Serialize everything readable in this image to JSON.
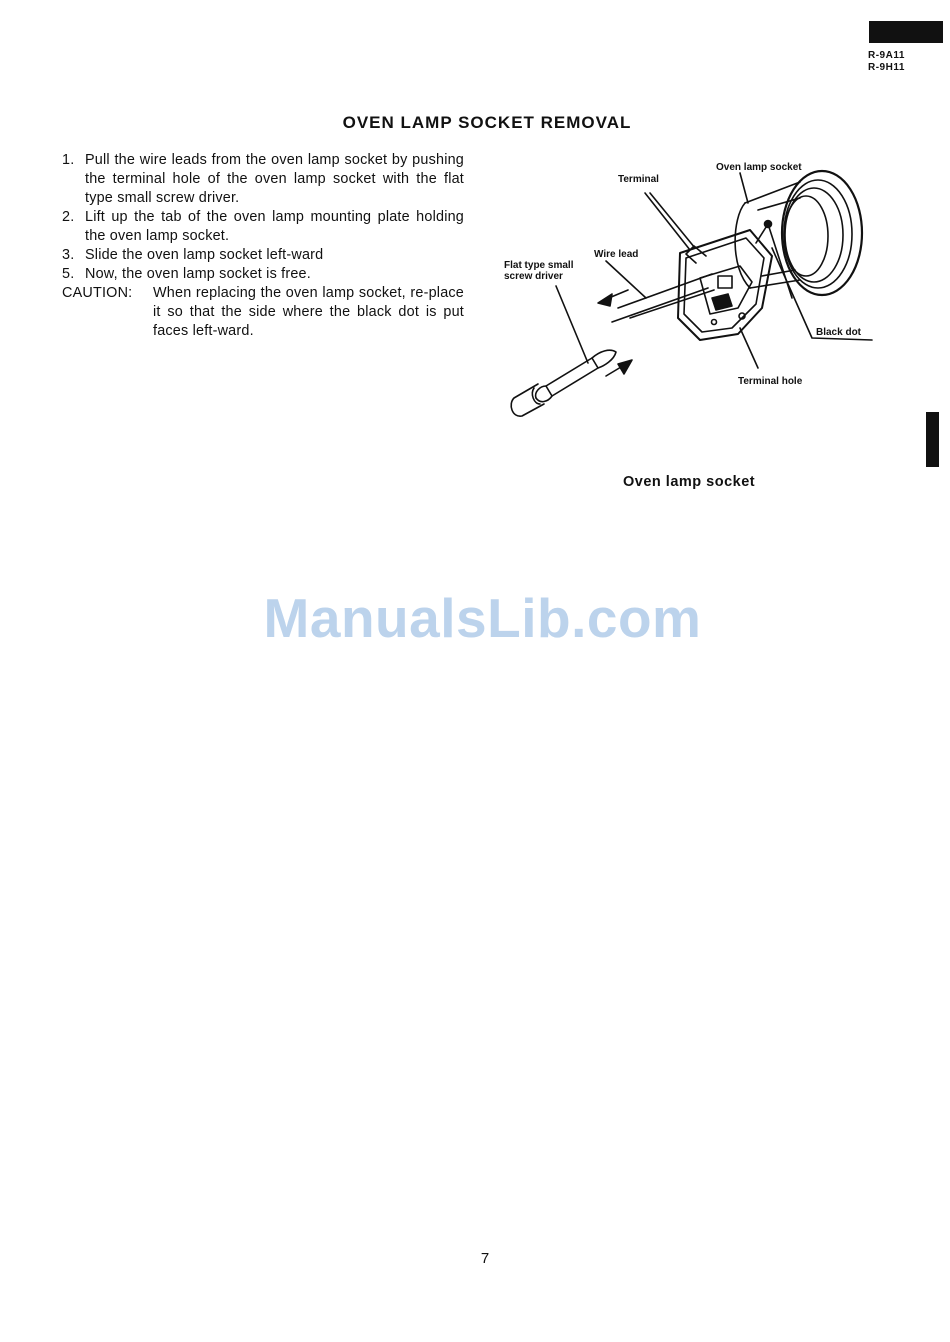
{
  "header": {
    "models": [
      "R-9A11",
      "R-9H11"
    ]
  },
  "title": "OVEN LAMP SOCKET REMOVAL",
  "steps": [
    {
      "num": "1.",
      "text": "Pull the wire leads from the oven lamp socket by pushing the terminal hole of the oven lamp socket with the flat type small screw driver."
    },
    {
      "num": "2.",
      "text": "Lift up the tab of the oven lamp mounting plate holding the oven lamp socket."
    },
    {
      "num": "3.",
      "text": "Slide the oven lamp socket left-ward"
    },
    {
      "num": "5.",
      "text": "Now, the oven lamp socket is free."
    }
  ],
  "caution": {
    "label": "CAUTION:",
    "text": "When replacing the oven lamp socket, re-place it so that the side where the black dot is put faces left-ward."
  },
  "figure": {
    "labels": {
      "oven_lamp_socket": "Oven lamp socket",
      "terminal": "Terminal",
      "wire_lead": "Wire lead",
      "screw_driver_line1": "Flat type small",
      "screw_driver_line2": "screw driver",
      "black_dot": "Black dot",
      "terminal_hole": "Terminal hole"
    },
    "caption": "Oven lamp socket"
  },
  "watermark": "ManualsLib.com",
  "page_number": "7"
}
